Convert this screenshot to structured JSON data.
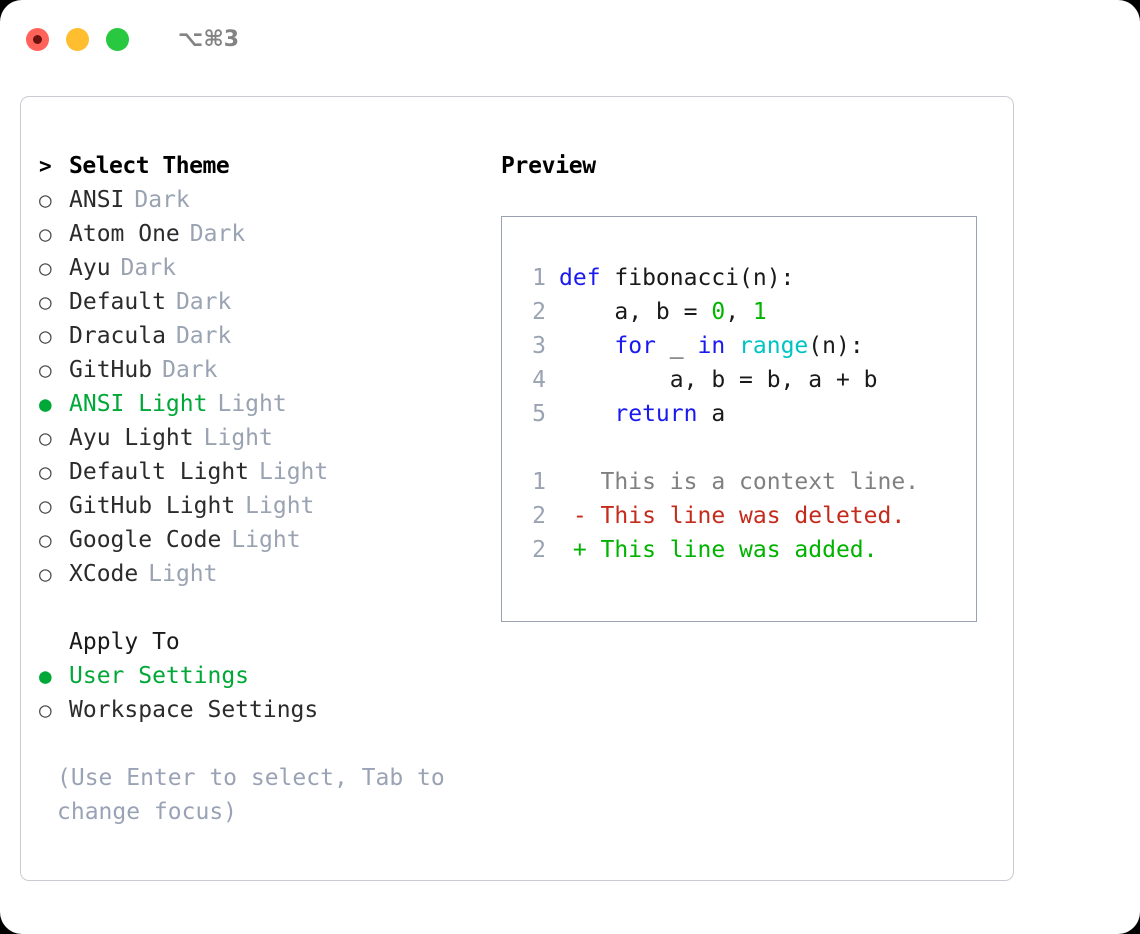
{
  "window": {
    "shortcut": "⌥⌘3",
    "traffic_lights": [
      "close-red",
      "minimize-yellow",
      "maximize-green"
    ]
  },
  "theme_panel": {
    "header": "Select Theme",
    "header_marker": ">",
    "items": [
      {
        "marker": "○",
        "name": "ANSI",
        "mode": "Dark",
        "selected": false
      },
      {
        "marker": "○",
        "name": "Atom One",
        "mode": "Dark",
        "selected": false
      },
      {
        "marker": "○",
        "name": "Ayu",
        "mode": "Dark",
        "selected": false
      },
      {
        "marker": "○",
        "name": "Default",
        "mode": "Dark",
        "selected": false
      },
      {
        "marker": "○",
        "name": "Dracula",
        "mode": "Dark",
        "selected": false
      },
      {
        "marker": "○",
        "name": "GitHub",
        "mode": "Dark",
        "selected": false
      },
      {
        "marker": "●",
        "name": "ANSI Light",
        "mode": "Light",
        "selected": true
      },
      {
        "marker": "○",
        "name": "Ayu Light",
        "mode": "Light",
        "selected": false
      },
      {
        "marker": "○",
        "name": "Default Light",
        "mode": "Light",
        "selected": false
      },
      {
        "marker": "○",
        "name": "GitHub Light",
        "mode": "Light",
        "selected": false
      },
      {
        "marker": "○",
        "name": "Google Code",
        "mode": "Light",
        "selected": false
      },
      {
        "marker": "○",
        "name": "XCode",
        "mode": "Light",
        "selected": false
      }
    ]
  },
  "apply_to": {
    "header": "Apply To",
    "options": [
      {
        "marker": "●",
        "label": "User Settings",
        "selected": true
      },
      {
        "marker": "○",
        "label": "Workspace Settings",
        "selected": false
      }
    ]
  },
  "hint": "(Use Enter to select, Tab to change focus)",
  "preview": {
    "title": "Preview",
    "code_lines": [
      {
        "no": "1",
        "tokens": [
          {
            "t": "def",
            "c": "kw"
          },
          {
            "t": " fibonacci(n):",
            "c": "plain"
          }
        ]
      },
      {
        "no": "2",
        "tokens": [
          {
            "t": "    a, b = ",
            "c": "plain"
          },
          {
            "t": "0",
            "c": "num"
          },
          {
            "t": ", ",
            "c": "plain"
          },
          {
            "t": "1",
            "c": "num"
          }
        ]
      },
      {
        "no": "3",
        "tokens": [
          {
            "t": "    ",
            "c": "plain"
          },
          {
            "t": "for",
            "c": "kw"
          },
          {
            "t": " _ ",
            "c": "plain"
          },
          {
            "t": "in",
            "c": "kw"
          },
          {
            "t": " ",
            "c": "plain"
          },
          {
            "t": "range",
            "c": "fn"
          },
          {
            "t": "(n):",
            "c": "plain"
          }
        ]
      },
      {
        "no": "4",
        "tokens": [
          {
            "t": "        a, b = b, a + b",
            "c": "plain"
          }
        ]
      },
      {
        "no": "5",
        "tokens": [
          {
            "t": "    ",
            "c": "plain"
          },
          {
            "t": "return",
            "c": "kw"
          },
          {
            "t": " a",
            "c": "plain"
          }
        ]
      }
    ],
    "diff_lines": [
      {
        "no": "1",
        "sign": " ",
        "text": "This is a context line.",
        "kind": "context"
      },
      {
        "no": "2",
        "sign": "-",
        "text": "This line was deleted.",
        "kind": "del"
      },
      {
        "no": "2",
        "sign": "+",
        "text": "This line was added.",
        "kind": "add"
      }
    ]
  },
  "colors": {
    "accent_green": "#00a838",
    "muted": "#9aa3b2",
    "keyword_blue": "#1a1aee",
    "function_cyan": "#00c4c4",
    "number_green": "#00b500",
    "diff_delete_red": "#c42b1c",
    "diff_add_green": "#00b300"
  }
}
